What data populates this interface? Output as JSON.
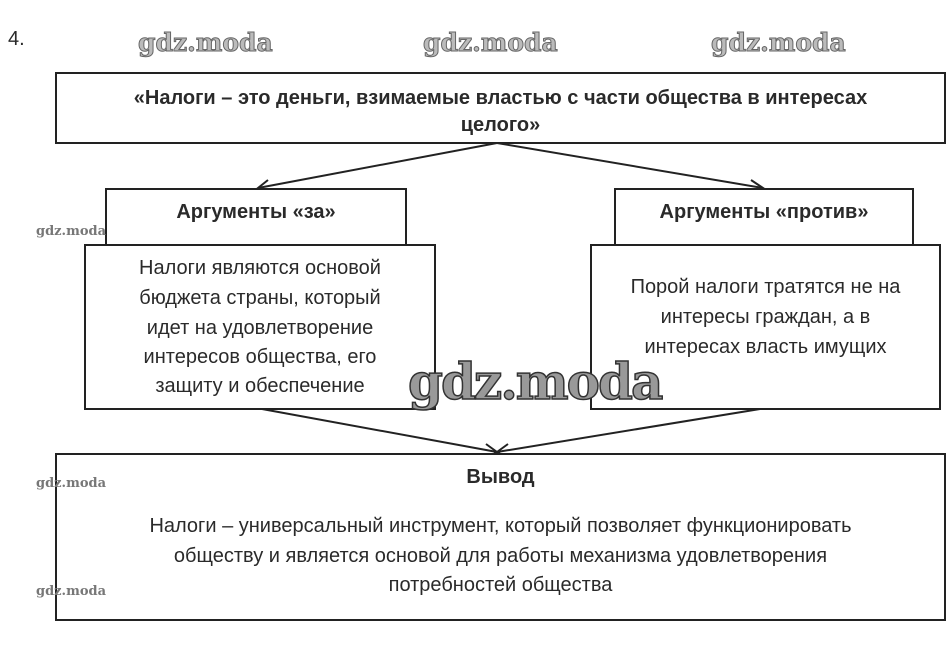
{
  "task_number": "4.",
  "watermark": "gdz.moda",
  "thesis": {
    "line1": "«Налоги – это деньги, взимаемые властью с части общества в интересах",
    "line2": "целого»"
  },
  "pro": {
    "title": "Аргументы «за»",
    "lines": [
      "Налоги являются основой",
      "бюджета страны, который",
      "идет на удовлетворение",
      "интересов общества, его",
      "защиту и обеспечение"
    ]
  },
  "con": {
    "title": "Аргументы «против»",
    "lines": [
      "Порой налоги тратятся не на",
      "интересы граждан, а в",
      "интересах власть имущих"
    ]
  },
  "conclusion": {
    "title": "Вывод",
    "lines": [
      "Налоги – универсальный инструмент, который позволяет функционировать",
      "обществу и является основой для работы механизма удовлетворения",
      "потребностей общества"
    ]
  }
}
